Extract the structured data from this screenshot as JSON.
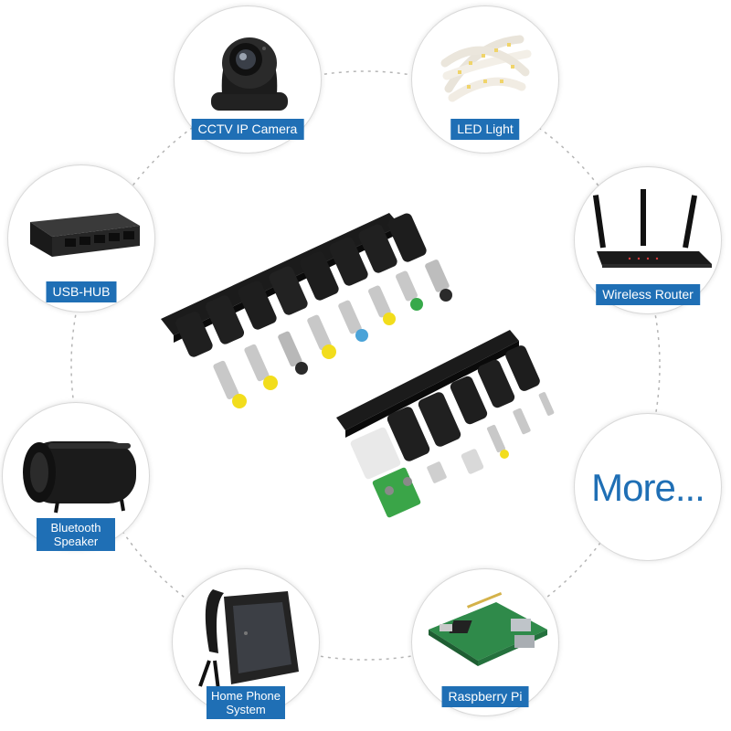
{
  "devices": [
    {
      "id": "cctv",
      "label": "CCTV IP Camera",
      "icon": "cctv-camera-icon"
    },
    {
      "id": "led",
      "label": "LED Light",
      "icon": "led-strip-icon"
    },
    {
      "id": "router",
      "label": "Wireless Router",
      "icon": "wifi-router-icon"
    },
    {
      "id": "usbhub",
      "label": "USB-HUB",
      "icon": "network-switch-icon"
    },
    {
      "id": "speaker",
      "label_lines": [
        "Bluetooth",
        "Speaker"
      ],
      "icon": "speaker-icon"
    },
    {
      "id": "phone",
      "label_lines": [
        "Home Phone",
        "System"
      ],
      "icon": "phone-icon"
    },
    {
      "id": "raspi",
      "label": "Raspberry Pi",
      "icon": "circuit-board-icon"
    }
  ],
  "more": {
    "text": "More..."
  },
  "colors": {
    "accent": "#1f6fb5",
    "tip_yellow": "#f2dd1c",
    "tip_blue": "#4aa3d8",
    "tip_green": "#37a94a",
    "terminal_green": "#3aa548"
  }
}
